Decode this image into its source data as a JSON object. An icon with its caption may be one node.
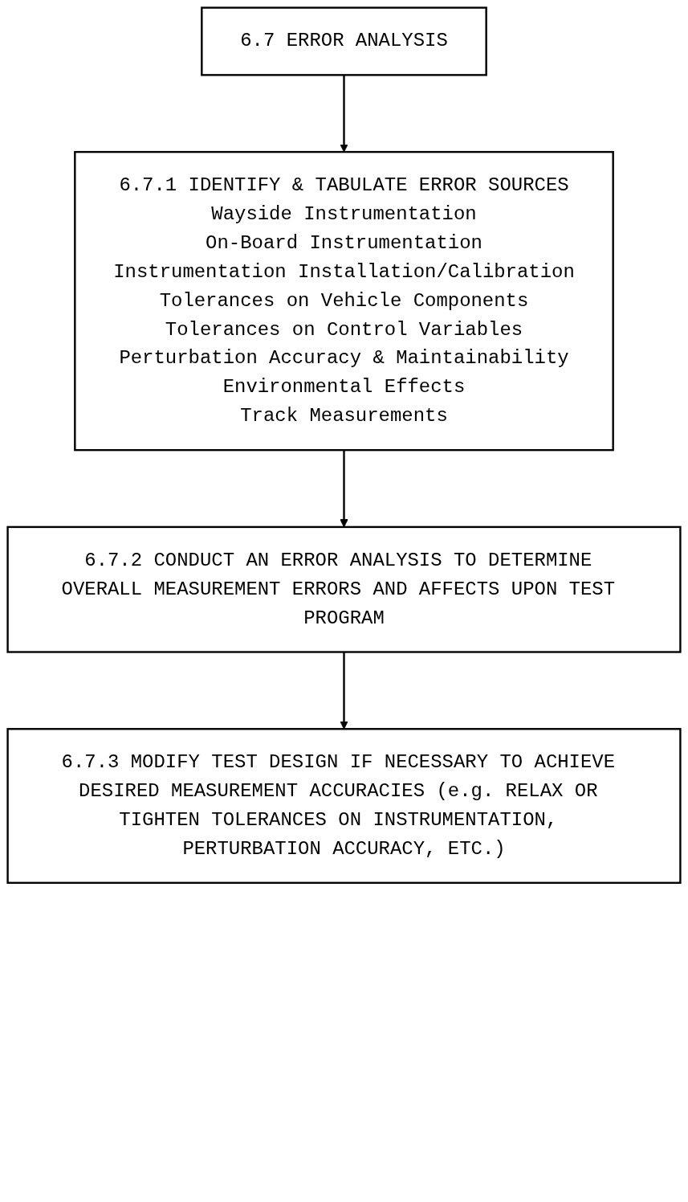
{
  "diagram": {
    "nodes": [
      {
        "text": [
          "6.7 ERROR ANALYSIS"
        ]
      },
      {
        "text": [
          "6.7.1 IDENTIFY & TABULATE ERROR SOURCES",
          "Wayside Instrumentation",
          "On-Board Instrumentation",
          "Instrumentation Installation/Calibration",
          "Tolerances on Vehicle Components",
          "Tolerances on Control Variables",
          "Perturbation Accuracy & Maintainability",
          "Environmental Effects",
          "Track Measurements"
        ]
      },
      {
        "text": [
          "6.7.2 CONDUCT AN ERROR ANALYSIS TO DETERMINE OVERALL MEASUREMENT ERRORS AND AFFECTS UPON TEST PROGRAM"
        ]
      },
      {
        "text": [
          "6.7.3 MODIFY TEST DESIGN IF NECESSARY TO ACHIEVE DESIRED MEASUREMENT ACCURACIES (e.g. RELAX OR TIGHTEN TOLERANCES ON INSTRUMENTATION, PERTURBATION ACCURACY, ETC.)"
        ]
      }
    ],
    "edges": [
      {
        "from": 0,
        "to": 1,
        "arrow": "to"
      },
      {
        "from": 1,
        "to": 2,
        "arrow": "to"
      },
      {
        "from": 2,
        "to": 3,
        "arrow": "to"
      }
    ]
  }
}
